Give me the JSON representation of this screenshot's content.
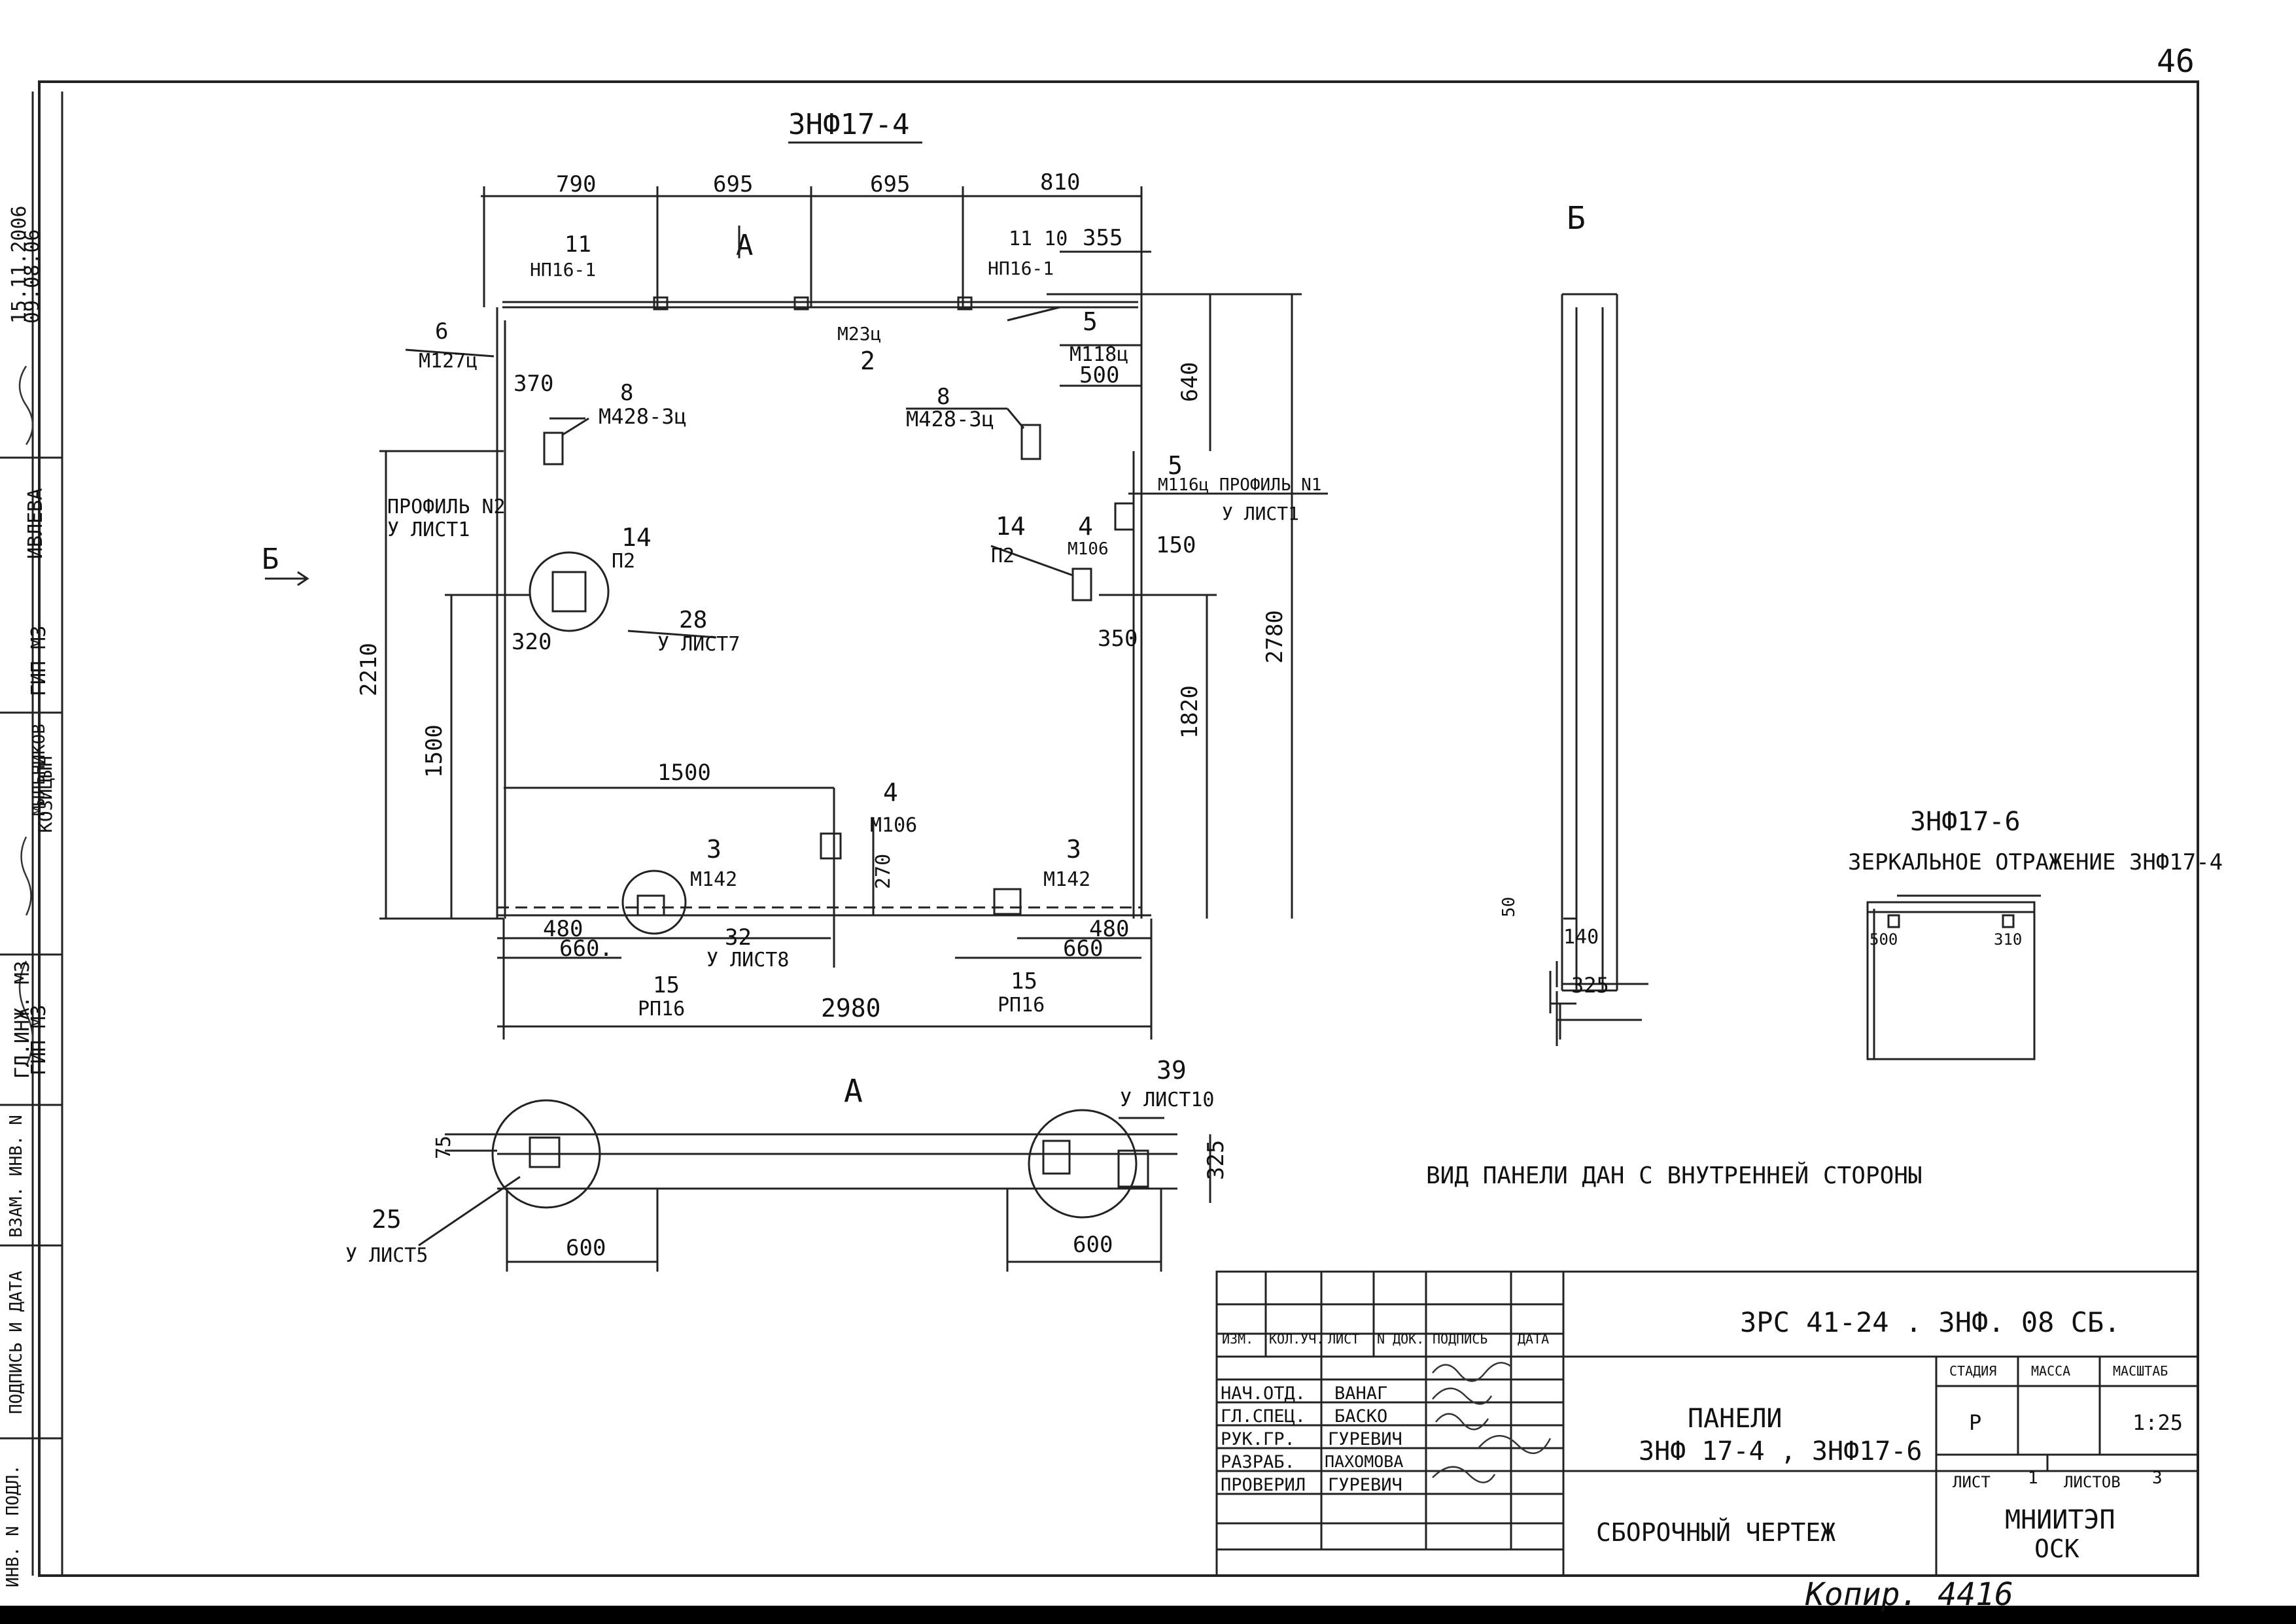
{
  "page_number": "46",
  "main_view_title": "ЗНФ17-4",
  "view_b_title": "Б",
  "view_a_title": "А",
  "mirror_title": "ЗНФ17-6",
  "mirror_note": "ЗЕРКАЛЬНОЕ ОТРАЖЕНИЕ ЗНФ17-4",
  "inner_side_note": "ВИД ПАНЕЛИ ДАН С ВНУТРЕННЕЙ СТОРОНЫ",
  "arrow_a_label": "А",
  "arrow_b_label": "Б",
  "main_view": {
    "top_dims": [
      "790",
      "695",
      "695",
      "810"
    ],
    "dim_355": "355",
    "dim_500": "500",
    "dim_640": "640",
    "dim_2780": "2780",
    "dim_1820": "1820",
    "dim_2210": "2210",
    "dim_1500_vertical": "1500",
    "dim_1500_horizontal": "1500",
    "dim_370": "370",
    "dim_320": "320",
    "dim_150": "150",
    "dim_350": "350",
    "dim_270": "270",
    "dim_480_left": "480",
    "dim_660_left": "660.",
    "dim_480_right": "480",
    "dim_660_right": "660",
    "dim_2980": "2980",
    "callouts": [
      {
        "num": "11",
        "mark": "НП16-1"
      },
      {
        "num": "11 10",
        "mark": "НП16-1"
      },
      {
        "num": "6",
        "mark": "М127ц"
      },
      {
        "num": "2",
        "mark": "М23ц"
      },
      {
        "num": "5",
        "mark": "М118ц"
      },
      {
        "num": "8",
        "mark": "М428-3ц"
      },
      {
        "num": "8",
        "mark": "М428-3ц"
      },
      {
        "num": "5",
        "mark": "М116ц ПРОФИЛЬ N1"
      },
      {
        "num": "14",
        "mark": "П2"
      },
      {
        "num": "4",
        "mark": "М106"
      },
      {
        "num": "14",
        "mark": "П2"
      },
      {
        "num": "28",
        "mark": "У ЛИСТ7"
      },
      {
        "num": "4",
        "mark": "М106"
      },
      {
        "num": "3",
        "mark": "М142"
      },
      {
        "num": "3",
        "mark": "М142"
      },
      {
        "num": "32",
        "mark": "У ЛИСТ8"
      },
      {
        "num": "15",
        "mark": "РП16"
      },
      {
        "num": "15",
        "mark": "РП16"
      }
    ],
    "profile_n2": "ПРОФИЛЬ N2",
    "sheet1_left": "У ЛИСТ1",
    "sheet1_right": "У ЛИСТ1"
  },
  "view_b": {
    "dim_50": "50",
    "dim_140": "140",
    "dim_325": "325"
  },
  "mirror_view": {
    "dim_500": "500",
    "dim_310": "310"
  },
  "view_a": {
    "dim_75": "75",
    "dim_325": "325",
    "dim_600_left": "600",
    "dim_600_right": "600",
    "callout_25": "25",
    "callout_25_sheet": "У ЛИСТ5",
    "callout_39": "39",
    "callout_39_sheet": "У ЛИСТ10"
  },
  "side_stamp": {
    "col_labels": [
      "ИНВ. N ПОДЛ.",
      "ПОДПИСЬ И ДАТА",
      "ВЗАМ. ИНВ. N"
    ],
    "rows": [
      {
        "role": "ГЛ.ИНЖ. М3",
        "name": "КОЗИЦЫН"
      },
      {
        "role": "ГИП М3",
        "name": "МЫЛЬНИКОВ"
      },
      {
        "role": "ГИП М3",
        "name": "ИВЛЕВА"
      }
    ],
    "dates": [
      "15.11.2006",
      "09.08.06"
    ]
  },
  "title_block": {
    "headers": [
      "ИЗМ.",
      "КОЛ.УЧ.",
      "ЛИСТ",
      "N ДОК.",
      "ПОДПИСЬ",
      "ДАТА"
    ],
    "roles": [
      {
        "role": "НАЧ.ОТД.",
        "name": "ВАНАГ"
      },
      {
        "role": "ГЛ.СПЕЦ.",
        "name": "БАСКО"
      },
      {
        "role": "РУК.ГР.",
        "name": "ГУРЕВИЧ"
      },
      {
        "role": "РАЗРАБ.",
        "name": "ПАХОМОВА"
      },
      {
        "role": "ПРОВЕРИЛ",
        "name": "ГУРЕВИЧ"
      }
    ],
    "designation": "3РС 41-24 . ЗНФ. 08 СБ.",
    "title_line1": "ПАНЕЛИ",
    "title_line2": "ЗНФ 17-4 , ЗНФ17-6",
    "doc_type": "СБОРОЧНЫЙ ЧЕРТЕЖ",
    "stage_label": "СТАДИЯ",
    "mass_label": "МАССА",
    "scale_label": "МАСШТАБ",
    "stage_value": "Р",
    "scale_value": "1:25",
    "sheet_label": "ЛИСТ",
    "sheet_value": "1",
    "sheets_label": "ЛИСТОВ",
    "sheets_value": "3",
    "org_line1": "МНИИТЭП",
    "org_line2": "ОСК"
  },
  "copy_note": "Копир. 4416"
}
